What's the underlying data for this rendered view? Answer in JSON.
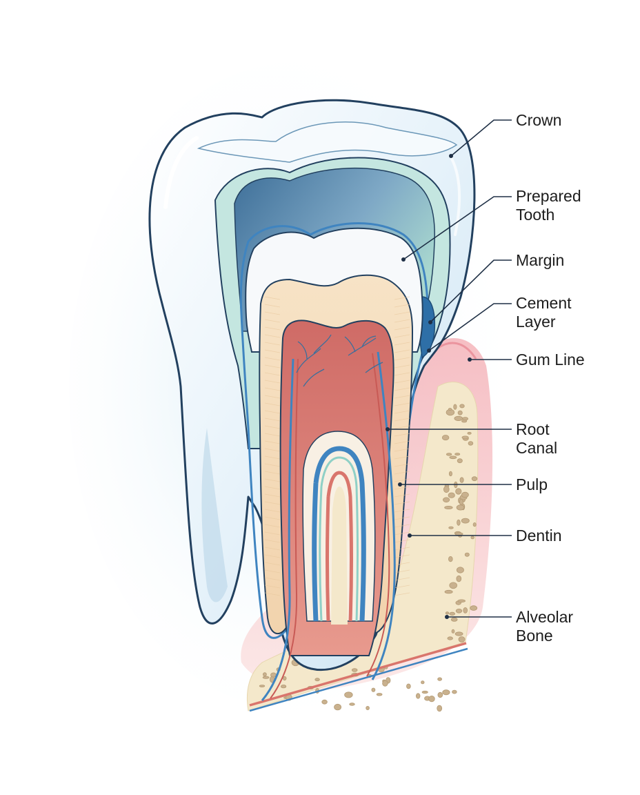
{
  "labels": [
    {
      "id": "crown",
      "lines": [
        "Crown"
      ]
    },
    {
      "id": "prepared-tooth",
      "lines": [
        "Prepared",
        "Tooth"
      ]
    },
    {
      "id": "margin",
      "lines": [
        "Margin"
      ]
    },
    {
      "id": "cement-layer",
      "lines": [
        "Cement",
        "Layer"
      ]
    },
    {
      "id": "gum-line",
      "lines": [
        "Gum Line"
      ]
    },
    {
      "id": "root-canal",
      "lines": [
        "Root",
        "Canal"
      ]
    },
    {
      "id": "pulp",
      "lines": [
        "Pulp"
      ]
    },
    {
      "id": "dentin",
      "lines": [
        "Dentin"
      ]
    },
    {
      "id": "alveolar-bone",
      "lines": [
        "Alveolar",
        "Bone"
      ]
    }
  ],
  "colors": {
    "crown": "#e9f4fb",
    "crown_outline": "#22405f",
    "cement": "#3f84c0",
    "margin_teal": "#8fd0c6",
    "prepared_tooth": "#f5f8fa",
    "dentin": "#f6dfbf",
    "pulp": "#d9756c",
    "gum": "#f6c3c6",
    "bone": "#f3e7c9",
    "bone_spots": "#c8b08c",
    "leader": "#1e2f45"
  }
}
